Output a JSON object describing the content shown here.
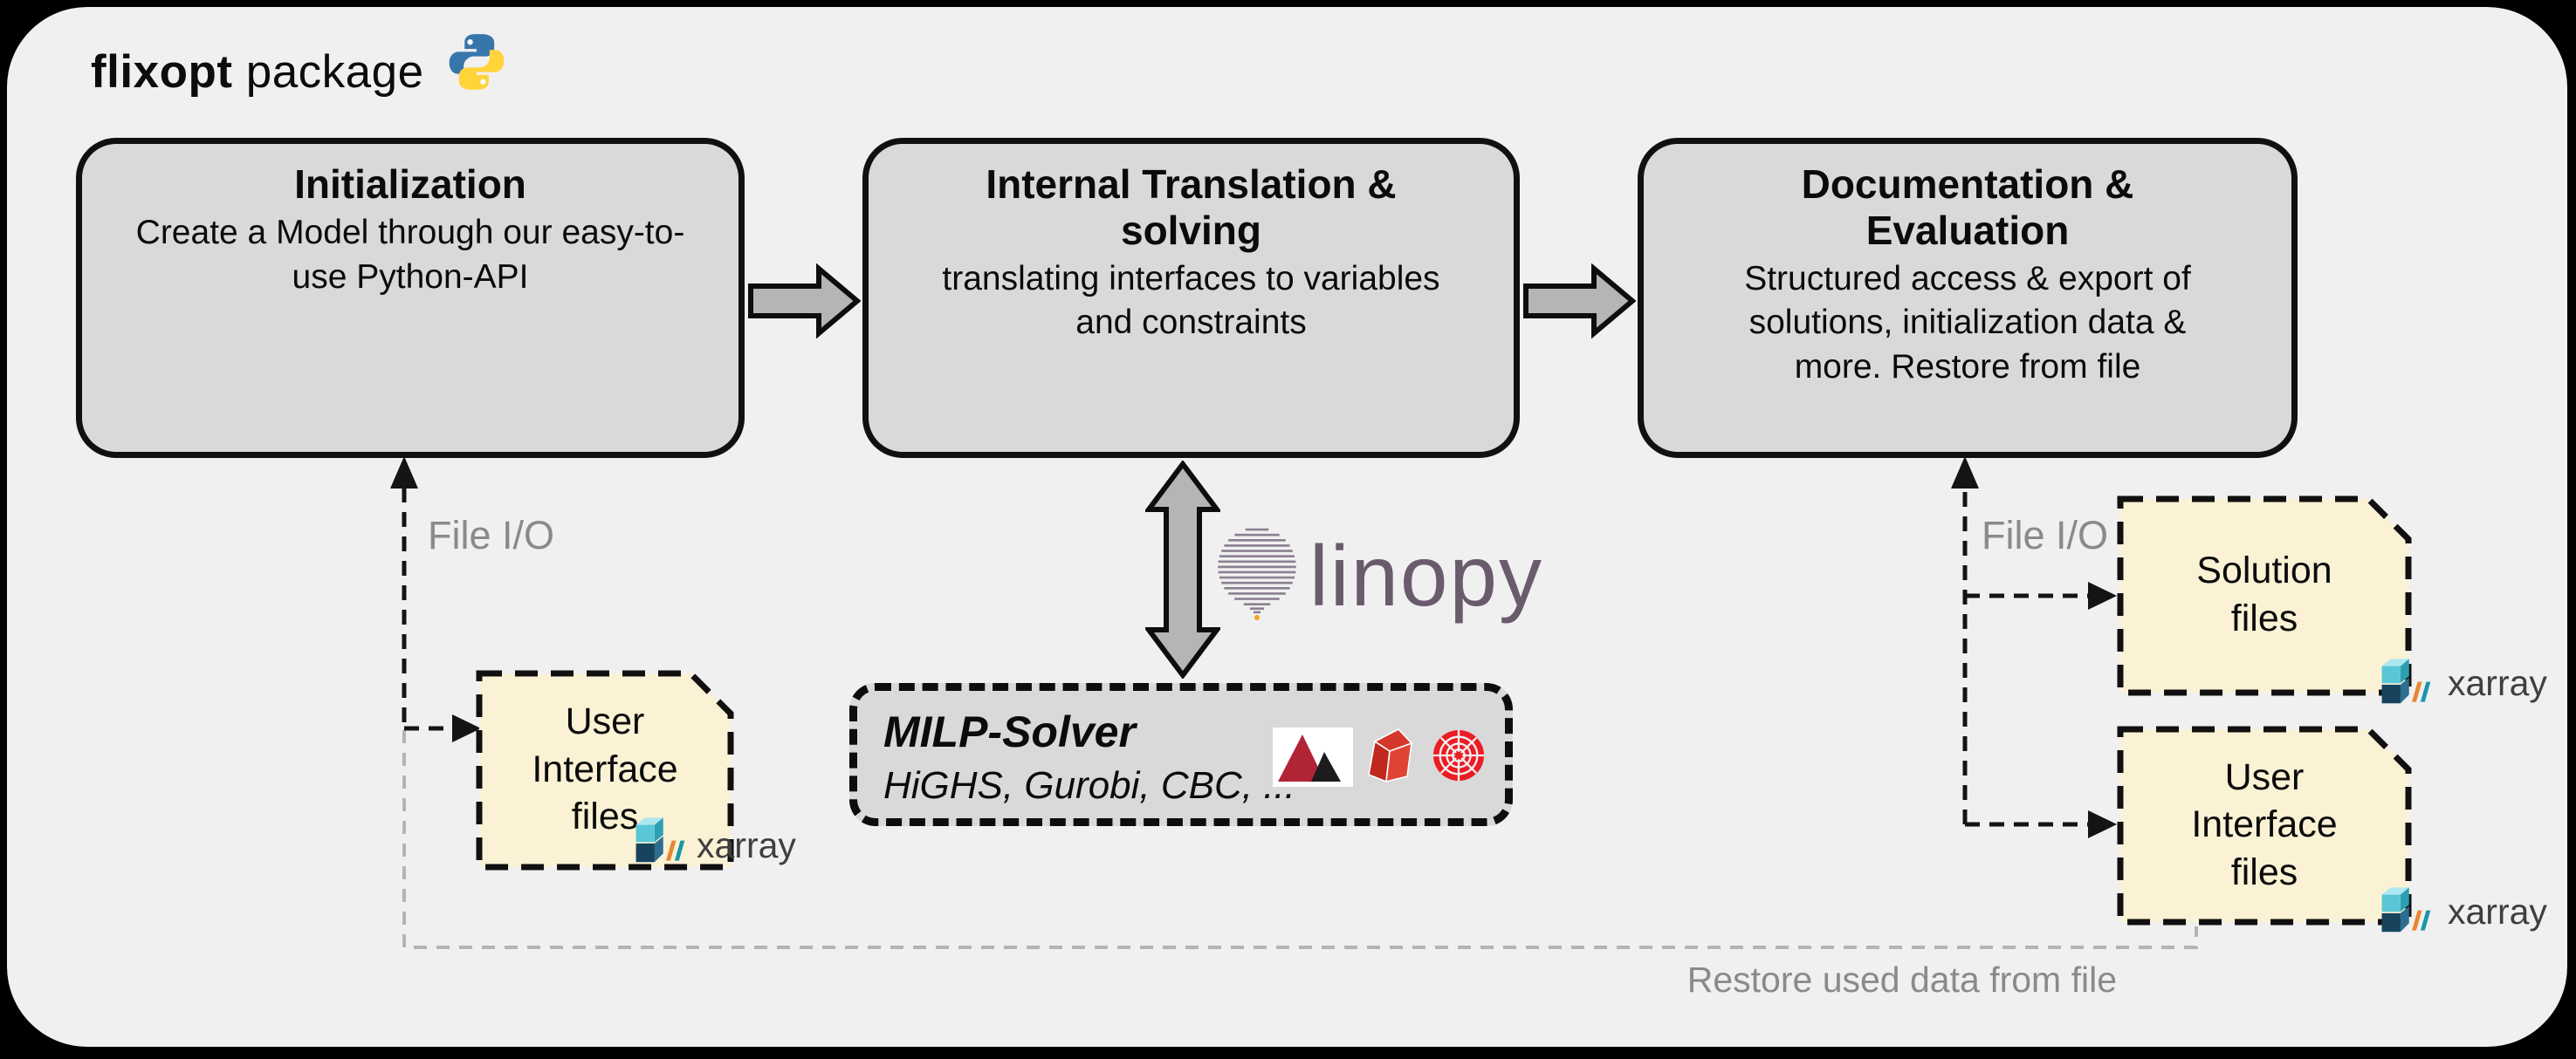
{
  "header": {
    "title_bold": "flixopt",
    "title_rest": "package"
  },
  "process_boxes": [
    {
      "title": "Initialization",
      "body": "Create a Model through our easy-to-use Python-API"
    },
    {
      "title": "Internal Translation & solving",
      "body": "translating interfaces to variables and constraints"
    },
    {
      "title": "Documentation & Evaluation",
      "body": "Structured access & export of solutions, initialization data & more. Restore from file"
    }
  ],
  "solver_box": {
    "title": "MILP-Solver",
    "subtitle": "HiGHS, Gurobi, CBC, ...",
    "logos": [
      "highs-logo",
      "gurobi-logo",
      "cbc-logo"
    ]
  },
  "linopy": {
    "label": "linopy"
  },
  "file_boxes": {
    "left_user": {
      "lines": [
        "User",
        "Interface",
        "files"
      ]
    },
    "solution": {
      "lines": [
        "Solution",
        "files"
      ]
    },
    "right_user": {
      "lines": [
        "User",
        "Interface",
        "files"
      ]
    }
  },
  "badges": {
    "xarray": "xarray"
  },
  "labels": {
    "file_io_left": "File I/O",
    "file_io_right": "File I/O",
    "restore": "Restore used data from file"
  },
  "colors": {
    "outer_bg": "#000000",
    "canvas_bg": "#f0f0f1",
    "process_fill": "#d9d9d9",
    "block_arrow_fill": "#b5b5b5",
    "file_fill": "#fbf2d5",
    "linopy_text": "#6a5b6c",
    "gray_label": "#8a8a8a",
    "python_blue": "#3776ab",
    "python_yellow": "#ffd43b",
    "solver_red": "#cc2229",
    "xarray_cyan": "#59c7d6",
    "xarray_navy": "#17435c",
    "xarray_orange": "#e98632",
    "xarray_teal": "#1a97a8"
  }
}
